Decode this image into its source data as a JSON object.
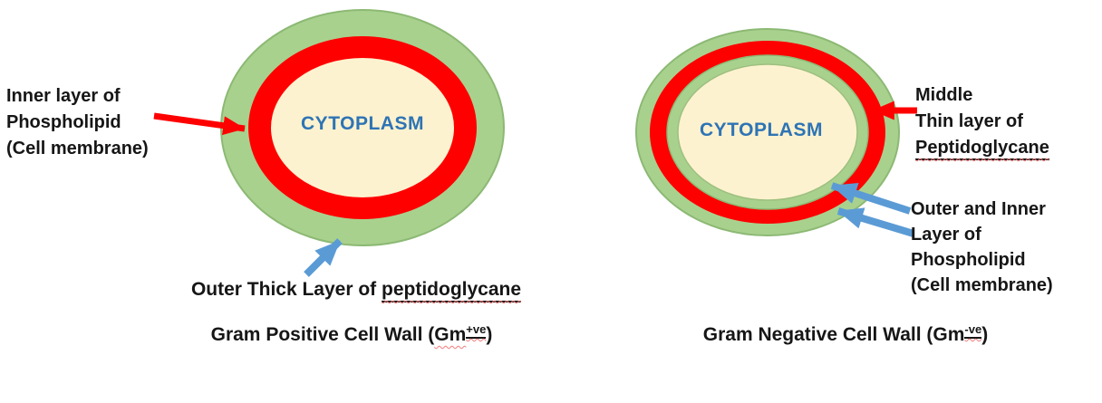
{
  "colors": {
    "peptidoglycan_green": "#a9d18e",
    "green_edge": "#8cb974",
    "membrane_red": "#fe0000",
    "cytoplasm_cream": "#fdf2cf",
    "cytoplasm_text_blue": "#2e74b5",
    "arrow_blue": "#5b9bd5",
    "arrow_red": "#fe0000",
    "label_black": "#161616",
    "squiggle_red": "#f47c7c"
  },
  "gram_positive": {
    "cytoplasm": "CYTOPLASM",
    "membrane_label": {
      "lines": [
        "Inner layer of",
        "Phospholipid",
        "(Cell membrane)"
      ]
    },
    "wall_label": {
      "prefix": "Outer Thick Layer of ",
      "underlined_word": "peptidoglycane"
    },
    "caption": {
      "prefix": "Gram Positive Cell Wall (",
      "abbr": "Gm",
      "superscript": "+ve",
      "suffix": ")"
    }
  },
  "gram_negative": {
    "cytoplasm": "CYTOPLASM",
    "wall_label": {
      "lines": [
        "Middle",
        "Thin layer of"
      ],
      "underlined_word": "Peptidoglycane"
    },
    "membrane_label": {
      "lines": [
        "Outer and Inner",
        "Layer of",
        "Phospholipid",
        "(Cell membrane)"
      ]
    },
    "caption": {
      "prefix": "Gram Negative Cell Wall (",
      "abbr": "Gm",
      "superscript": "-ve",
      "suffix": ")"
    }
  }
}
